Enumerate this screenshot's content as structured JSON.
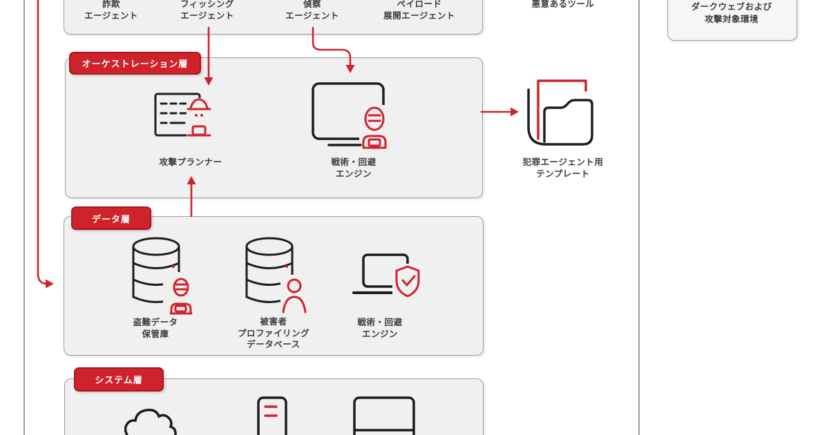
{
  "colors": {
    "accent_red": "#cf222b",
    "accent_red_dark": "#a5181f",
    "panel_fill": "#f0f0f1",
    "panel_border": "#9b9b9b",
    "icon_ink": "#1c1c1c",
    "text": "#3b3b3b"
  },
  "agents_box": {
    "items": [
      {
        "l1": "詐欺",
        "l2": "エージェント"
      },
      {
        "l1": "フィッシング",
        "l2": "エージェント"
      },
      {
        "l1": "偵察",
        "l2": "エージェント"
      },
      {
        "l1": "ペイロード",
        "l2": "展開エージェント"
      }
    ]
  },
  "malicious_tools": {
    "label": "悪意あるツール"
  },
  "darkweb_box": {
    "l1": "ダークウェブおよび",
    "l2": "攻撃対象環境"
  },
  "orchestration": {
    "tag": "オーケストレーション層",
    "planner": {
      "l1": "攻撃プランナー"
    },
    "engine": {
      "l1": "戦術・回避",
      "l2": "エンジン"
    }
  },
  "template_box": {
    "l1": "犯罪エージェント用",
    "l2": "テンプレート"
  },
  "data_layer": {
    "tag": "データ層",
    "vault": {
      "l1": "盗難データ",
      "l2": "保管庫"
    },
    "profiling": {
      "l1": "被害者",
      "l2": "プロファイリング",
      "l3": "データベース"
    },
    "engine": {
      "l1": "戦術・回避",
      "l2": "エンジン"
    }
  },
  "system_layer": {
    "tag": "システム層"
  },
  "icons": [
    "attack-planner-icon",
    "tactics-evasion-engine-icon",
    "crime-template-folder-icon",
    "stolen-data-vault-icon",
    "victim-profiling-db-icon",
    "laptop-shield-icon",
    "cloud-icon",
    "server-icon",
    "laptop-icon"
  ]
}
